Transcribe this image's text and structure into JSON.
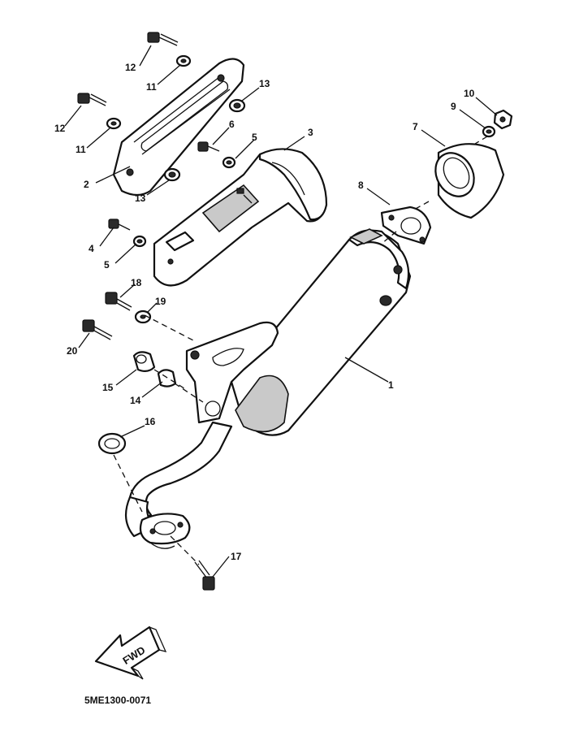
{
  "diagram_code": "5ME1300-0071",
  "fwd_label": "FWD",
  "callouts": [
    {
      "key": "c1",
      "label": "1"
    },
    {
      "key": "c2",
      "label": "2"
    },
    {
      "key": "c3",
      "label": "3"
    },
    {
      "key": "c4",
      "label": "4"
    },
    {
      "key": "c5a",
      "label": "5"
    },
    {
      "key": "c5b",
      "label": "5"
    },
    {
      "key": "c6",
      "label": "6"
    },
    {
      "key": "c7",
      "label": "7"
    },
    {
      "key": "c8",
      "label": "8"
    },
    {
      "key": "c9",
      "label": "9"
    },
    {
      "key": "c10",
      "label": "10"
    },
    {
      "key": "c11a",
      "label": "11"
    },
    {
      "key": "c11b",
      "label": "11"
    },
    {
      "key": "c12a",
      "label": "12"
    },
    {
      "key": "c12b",
      "label": "12"
    },
    {
      "key": "c13a",
      "label": "13"
    },
    {
      "key": "c13b",
      "label": "13"
    },
    {
      "key": "c14",
      "label": "14"
    },
    {
      "key": "c15",
      "label": "15"
    },
    {
      "key": "c16",
      "label": "16"
    },
    {
      "key": "c17",
      "label": "17"
    },
    {
      "key": "c18",
      "label": "18"
    },
    {
      "key": "c19",
      "label": "19"
    },
    {
      "key": "c20",
      "label": "20"
    }
  ]
}
